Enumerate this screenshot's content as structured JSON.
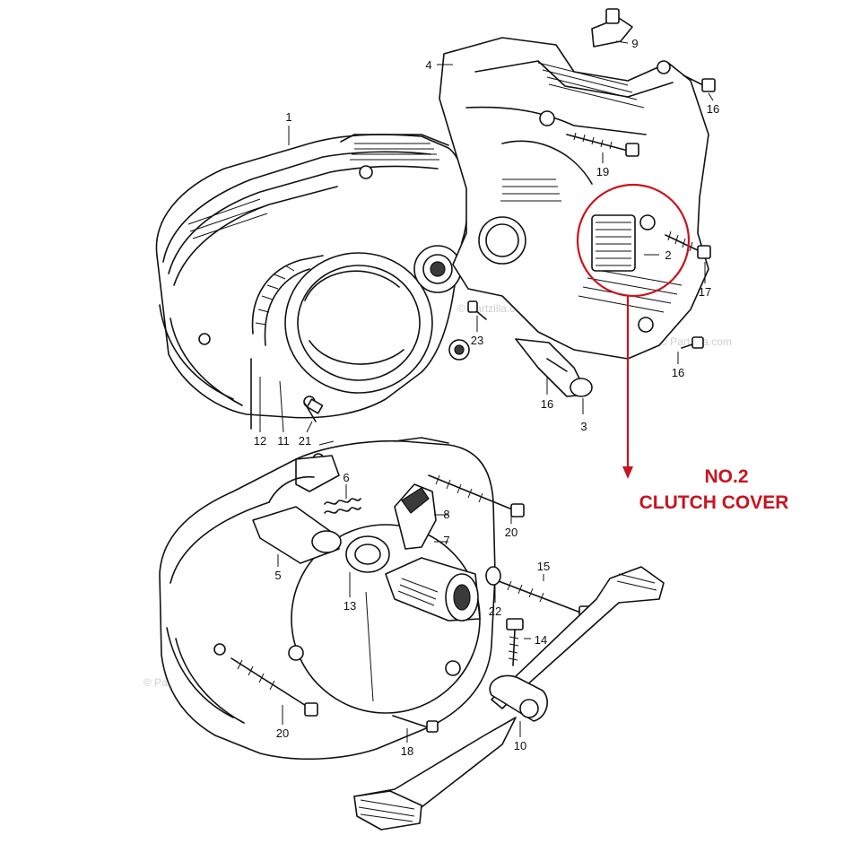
{
  "diagram": {
    "callout": {
      "line1": "NO.2",
      "line2": "CLUTCH COVER",
      "color": "#c8141e"
    },
    "watermark": "© Partzilla.com",
    "labels": {
      "p1": "1",
      "p2": "2",
      "p3": "3",
      "p4": "4",
      "p5": "5",
      "p6": "6",
      "p7": "7",
      "p8": "8",
      "p9": "9",
      "p10": "10",
      "p11": "11",
      "p12": "12",
      "p13": "13",
      "p14": "14",
      "p15": "15",
      "p16a": "16",
      "p16b": "16",
      "p16c": "16",
      "p17": "17",
      "p18": "18",
      "p19": "19",
      "p20a": "20",
      "p20b": "20",
      "p21": "21",
      "p22": "22",
      "p23": "23"
    }
  }
}
